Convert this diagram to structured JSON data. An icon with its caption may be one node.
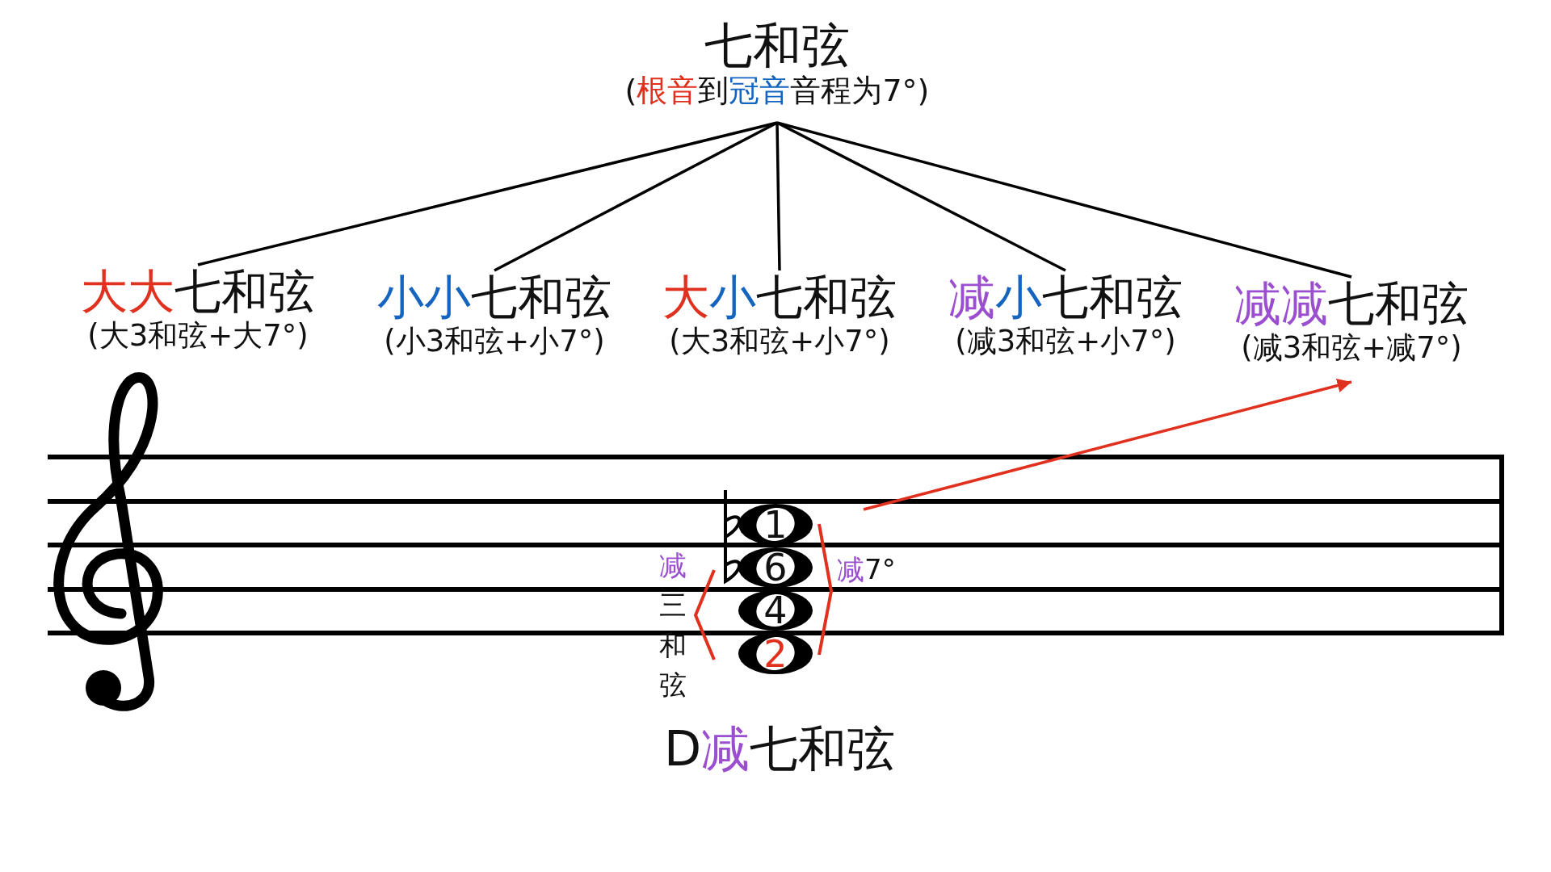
{
  "diagram": {
    "nodes": [
      {
        "text": [
          "七和弦",
          "(根音到冠音音程为7°)"
        ]
      },
      {
        "text": [
          "大大七和弦",
          "(大3和弦+大7°)"
        ]
      },
      {
        "text": [
          "小小七和弦",
          "(小3和弦+小7°)"
        ]
      },
      {
        "text": [
          "大小七和弦",
          "(大3和弦+小7°)"
        ]
      },
      {
        "text": [
          "减小七和弦",
          "(减3和弦+小7°)"
        ]
      },
      {
        "text": [
          "减减七和弦",
          "(减3和弦+减7°)"
        ]
      },
      {
        "text": [
          "1"
        ]
      },
      {
        "text": [
          "6"
        ]
      },
      {
        "text": [
          "4"
        ]
      },
      {
        "text": [
          "2"
        ]
      }
    ],
    "edges": [
      {
        "from": 0,
        "to": 1,
        "arrow": "none"
      },
      {
        "from": 0,
        "to": 2,
        "arrow": "none"
      },
      {
        "from": 0,
        "to": 3,
        "arrow": "none"
      },
      {
        "from": 0,
        "to": 4,
        "arrow": "none"
      },
      {
        "from": 0,
        "to": 5,
        "arrow": "none"
      },
      {
        "from": null,
        "to": 5,
        "arrow": "to",
        "color": "#e0301e"
      }
    ],
    "labels": [
      "减三和弦",
      "减7°",
      "D减七和弦"
    ]
  }
}
